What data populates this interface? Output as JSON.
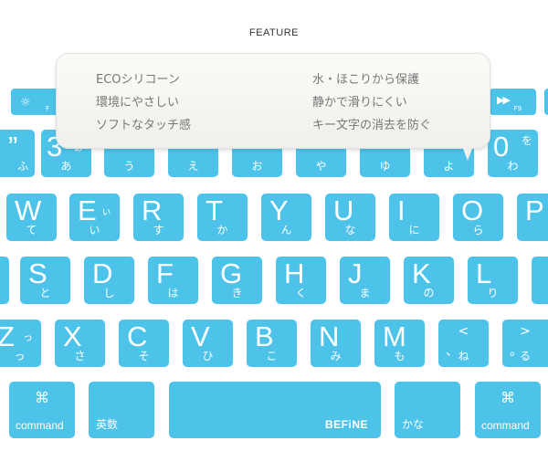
{
  "header": {
    "title": "FEATURE"
  },
  "features": {
    "left": [
      "ECOシリコーン",
      "環境にやさしい",
      "ソフトなタッチ感"
    ],
    "right": [
      "水・ほこりから保護",
      "静かで滑りにくい",
      "キー文字の消去を防ぐ"
    ]
  },
  "keys": {
    "fn_left": {
      "icon": "☼",
      "sub": "F"
    },
    "fn9": {
      "icon": "▶▶",
      "sub": "F9"
    },
    "row1": [
      {
        "main": "”",
        "kana": "ふ"
      },
      {
        "main": "3",
        "kana": "あ",
        "shift": "ぁ"
      },
      {
        "main": "",
        "kana": "う"
      },
      {
        "main": "",
        "kana": "え"
      },
      {
        "main": "",
        "kana": "お"
      },
      {
        "main": "",
        "kana": "や"
      },
      {
        "main": "",
        "kana": "ゆ"
      },
      {
        "main": "",
        "kana": "よ"
      },
      {
        "main": "0",
        "kana": "わ",
        "top": "を"
      }
    ],
    "row2": [
      {
        "main": "W",
        "kana": "て"
      },
      {
        "main": "E",
        "kana": "い",
        "shift": "ぃ"
      },
      {
        "main": "R",
        "kana": "す"
      },
      {
        "main": "T",
        "kana": "か"
      },
      {
        "main": "Y",
        "kana": "ん"
      },
      {
        "main": "U",
        "kana": "な"
      },
      {
        "main": "I",
        "kana": "に"
      },
      {
        "main": "O",
        "kana": "ら"
      },
      {
        "main": "P",
        "kana": ""
      }
    ],
    "row3": [
      {
        "main": "S",
        "kana": "と"
      },
      {
        "main": "D",
        "kana": "し"
      },
      {
        "main": "F",
        "kana": "は"
      },
      {
        "main": "G",
        "kana": "き"
      },
      {
        "main": "H",
        "kana": "く"
      },
      {
        "main": "J",
        "kana": "ま"
      },
      {
        "main": "K",
        "kana": "の"
      },
      {
        "main": "L",
        "kana": "り"
      }
    ],
    "row4": [
      {
        "main": "Z",
        "kana": "っ",
        "shift": "っ"
      },
      {
        "main": "X",
        "kana": "さ"
      },
      {
        "main": "C",
        "kana": "そ"
      },
      {
        "main": "V",
        "kana": "ひ"
      },
      {
        "main": "B",
        "kana": "こ"
      },
      {
        "main": "N",
        "kana": "み"
      },
      {
        "main": "M",
        "kana": "も"
      },
      {
        "main": "、",
        "kana": "ね",
        "top": "<"
      },
      {
        "main": "。",
        "kana": "る",
        "top": ">"
      }
    ],
    "bottom": {
      "command_left": {
        "symbol": "⌘",
        "label": "command"
      },
      "eisu": {
        "label": "英数"
      },
      "space": {
        "brand": "BEFiNE"
      },
      "kana": {
        "label": "かな"
      },
      "command_right": {
        "symbol": "⌘",
        "label": "command"
      }
    }
  }
}
